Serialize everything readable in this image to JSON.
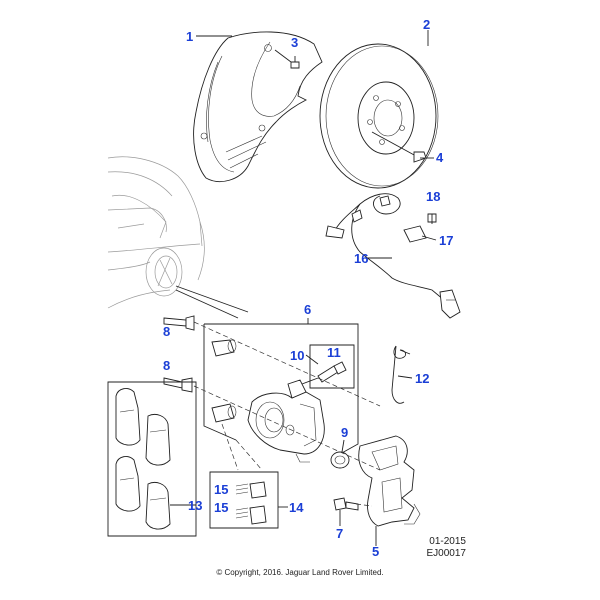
{
  "labels": {
    "c1": "1",
    "c2": "2",
    "c3": "3",
    "c4": "4",
    "c5": "5",
    "c6": "6",
    "c7": "7",
    "c8a": "8",
    "c8b": "8",
    "c9": "9",
    "c10": "10",
    "c11": "11",
    "c12": "12",
    "c13": "13",
    "c14": "14",
    "c15a": "15",
    "c15b": "15",
    "c16": "16",
    "c17": "17",
    "c18": "18"
  },
  "reference": {
    "date": "01-2015",
    "code": "EJ00017"
  },
  "copyright": "© Copyright, 2016. Jaguar Land Rover Limited.",
  "colors": {
    "callout": "#1b3fd6",
    "linework": "#222222"
  }
}
